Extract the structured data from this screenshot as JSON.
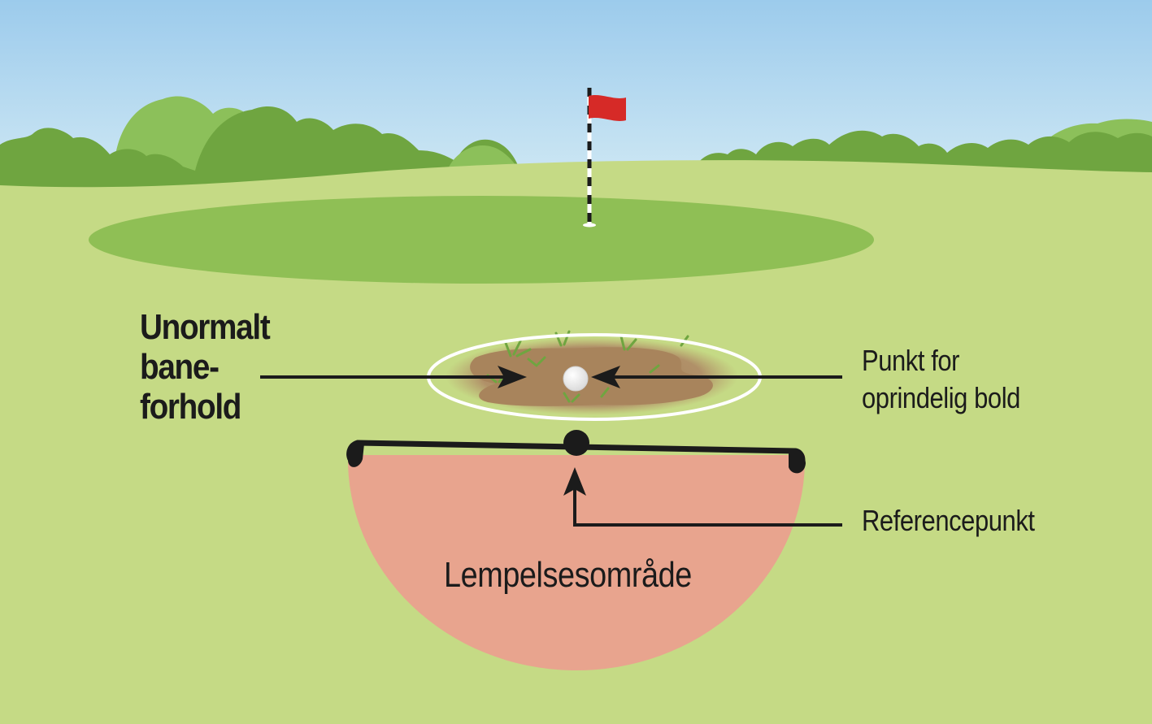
{
  "labels": {
    "condition_line1": "Unormalt",
    "condition_line2": "bane-",
    "condition_line3": "forhold",
    "ball_spot_line1": "Punkt for",
    "ball_spot_line2": "oprindelig bold",
    "reference": "Referencepunkt",
    "relief_area": "Lempelsesområde"
  },
  "colors": {
    "sky": "#a6d0ee",
    "grass": "#c5da85",
    "putting_green": "#8fbf55",
    "trees_dark": "#6fa540",
    "trees_light": "#8cc05a",
    "flag": "#d62a27",
    "relief_area": "#e8a48e",
    "ground_under_repair": "#a8845c",
    "ink": "#1b1b1b"
  },
  "icons": [
    "flag-icon",
    "golf-ball-icon",
    "reference-point-icon"
  ]
}
